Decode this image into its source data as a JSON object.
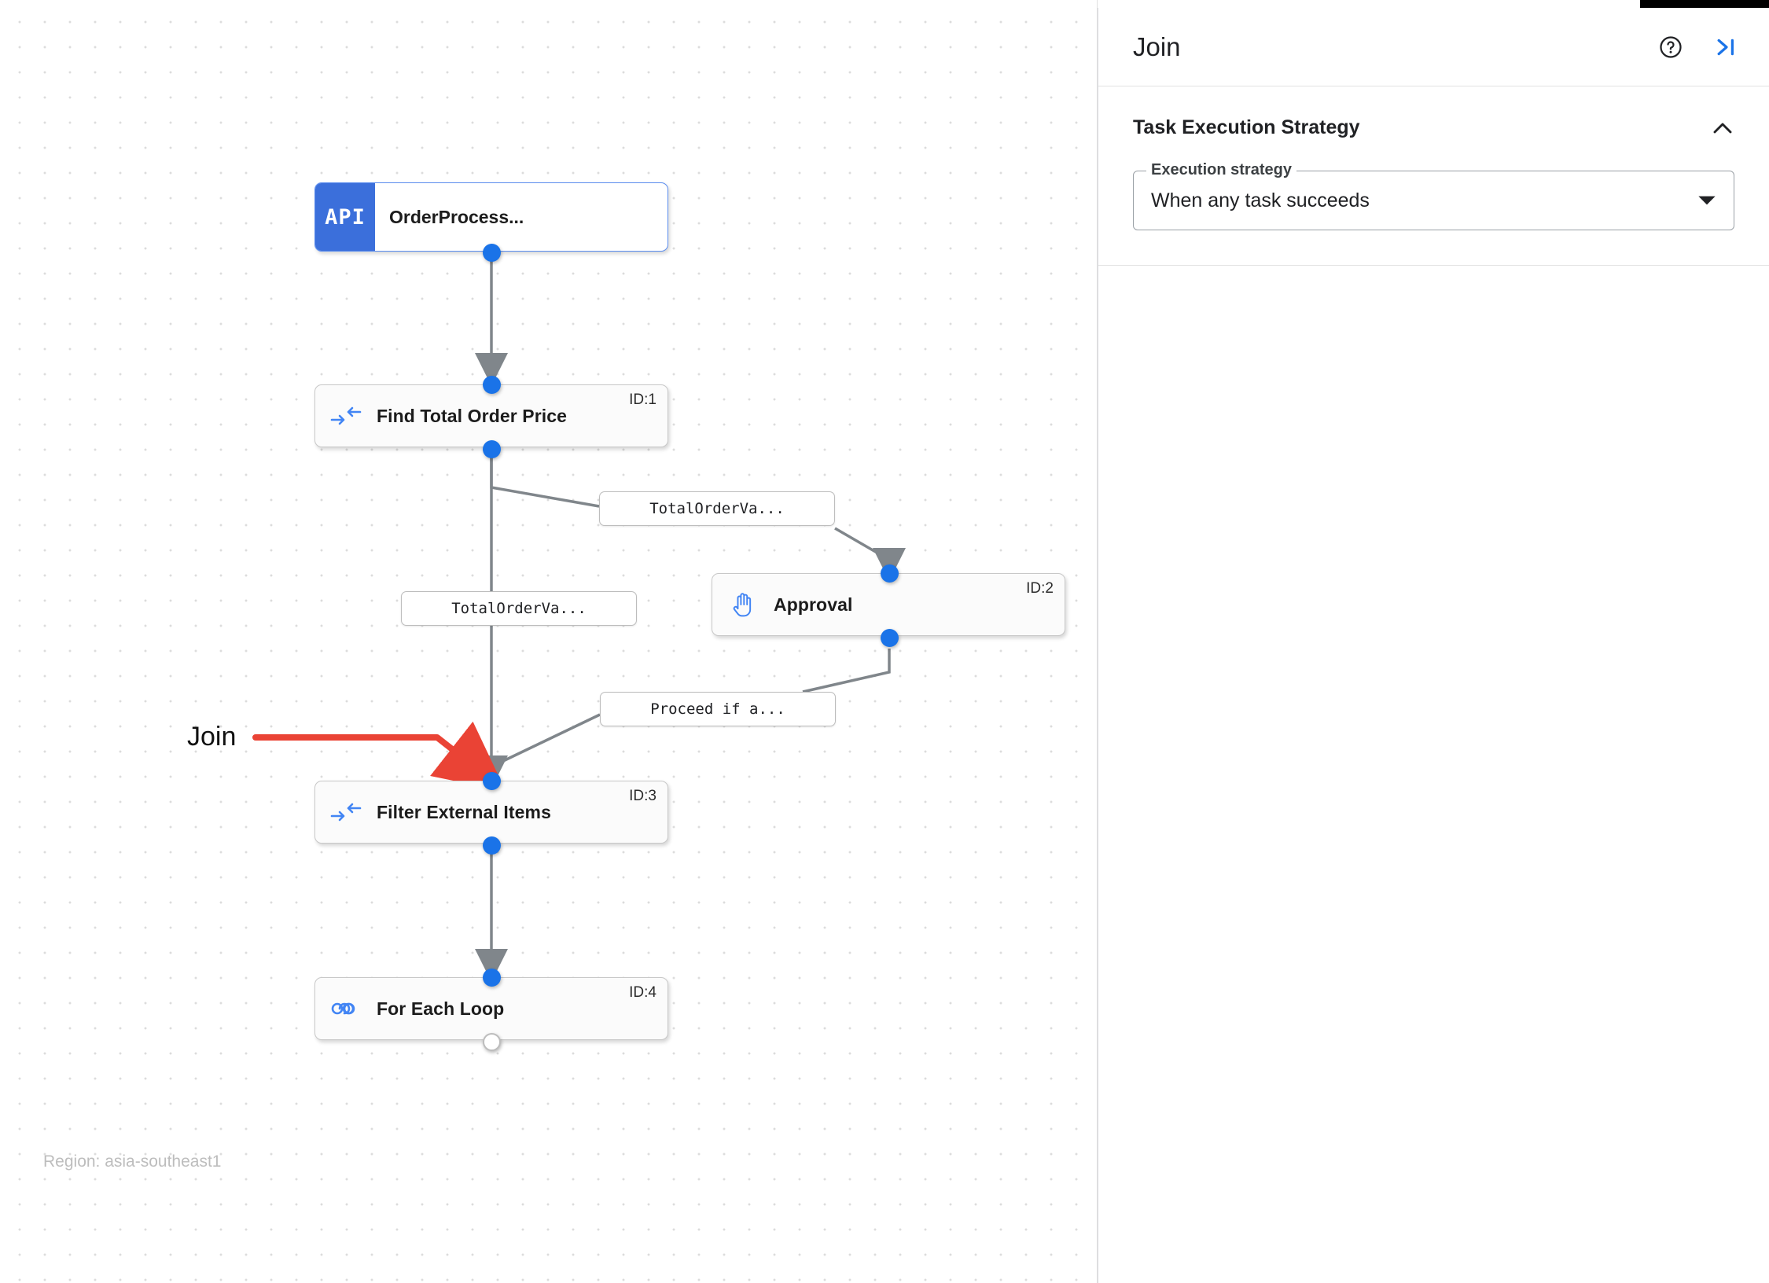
{
  "canvas": {
    "region_label": "Region: asia-southeast1",
    "annotation": {
      "text": "Join",
      "color": "#ea4335"
    },
    "nodes": [
      {
        "id": "api",
        "title": "OrderProcess...",
        "badge": "API",
        "icon": "api-badge-icon",
        "node_id": ""
      },
      {
        "id": "n1",
        "title": "Find Total Order Price",
        "node_id": "ID:1",
        "icon": "merge-arrows-icon"
      },
      {
        "id": "n2",
        "title": "Approval",
        "node_id": "ID:2",
        "icon": "hand-raised-icon"
      },
      {
        "id": "n3",
        "title": "Filter External Items",
        "node_id": "ID:3",
        "icon": "merge-arrows-icon"
      },
      {
        "id": "n4",
        "title": "For Each Loop",
        "node_id": "ID:4",
        "icon": "infinity-loop-icon"
      }
    ],
    "edge_labels": [
      {
        "id": "e1",
        "text": "TotalOrderVa..."
      },
      {
        "id": "e2",
        "text": "TotalOrderVa..."
      },
      {
        "id": "e3",
        "text": "Proceed if a..."
      }
    ]
  },
  "panel": {
    "title": "Join",
    "help_icon": "help-circle-icon",
    "collapse_icon": "collapse-panel-icon",
    "section": {
      "title": "Task Execution Strategy",
      "collapse_icon": "chevron-up-icon",
      "field": {
        "legend": "Execution strategy",
        "value": "When any task succeeds",
        "dropdown_icon": "chevron-down-icon"
      }
    }
  },
  "colors": {
    "accent": "#1a73e8",
    "api_blue": "#3b6fdb",
    "annotation_red": "#ea4335",
    "edge_gray": "#80868b"
  }
}
